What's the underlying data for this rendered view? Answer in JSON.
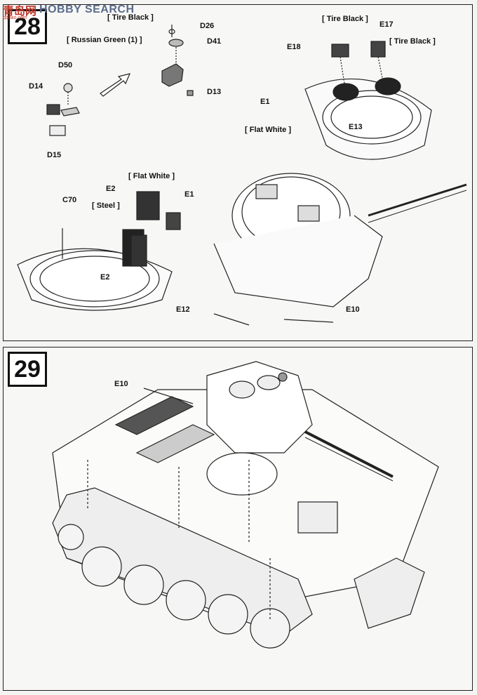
{
  "watermark": {
    "cn": "青岛网",
    "en": "HOBBY SEARCH",
    "sub": "qqbao.com"
  },
  "step28": {
    "number": "28",
    "labels": {
      "tire_black_1": "[ Tire Black ]",
      "d26": "D26",
      "russian_green": "[ Russian Green (1) ]",
      "d41": "D41",
      "d13": "D13",
      "d50": "D50",
      "d14": "D14",
      "d15": "D15",
      "tire_black_2": "[ Tire Black ]",
      "e17": "E17",
      "e18": "E18",
      "tire_black_3": "[ Tire Black ]",
      "e1_top": "E1",
      "flat_white_1": "[ Flat White ]",
      "e13": "E13",
      "flat_white_2": "[ Flat White ]",
      "e2_top": "E2",
      "e1_mid": "E1",
      "c70": "C70",
      "steel": "[ Steel ]",
      "e2_low": "E2",
      "e12": "E12",
      "e10": "E10"
    }
  },
  "step29": {
    "number": "29",
    "labels": {
      "e10": "E10"
    }
  }
}
